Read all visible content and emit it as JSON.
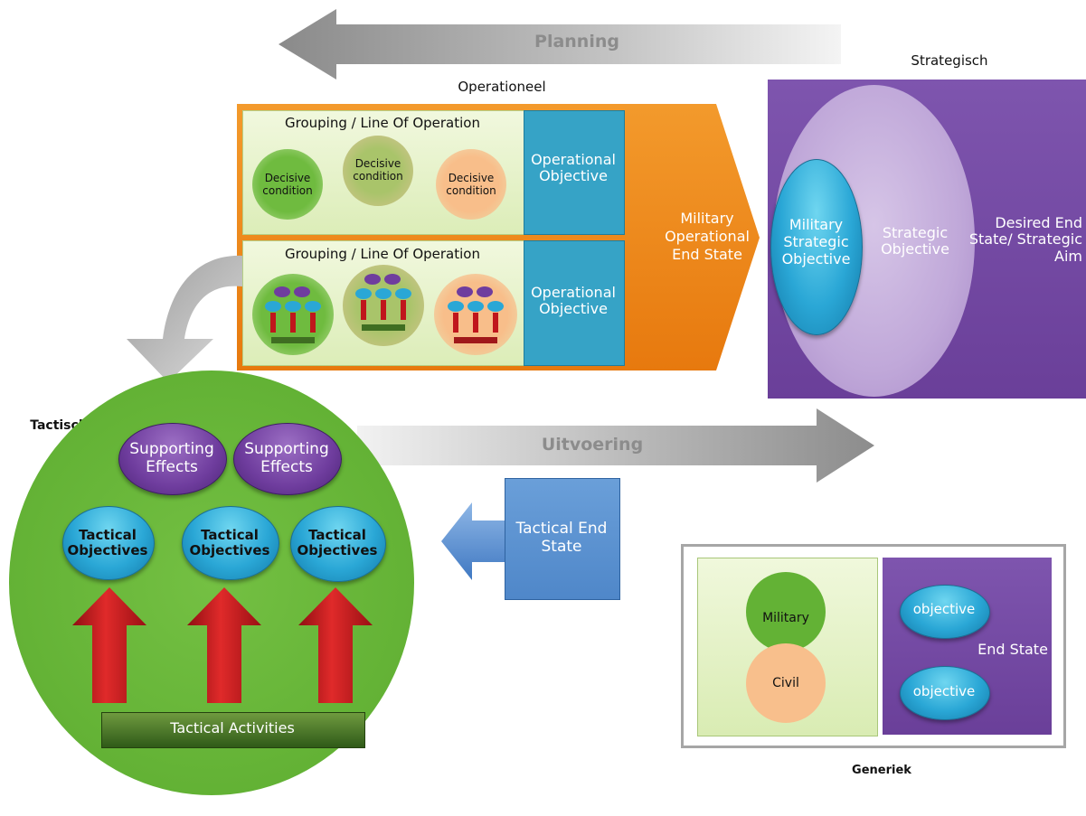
{
  "arrows": {
    "planning": "Planning",
    "uitvoering": "Uitvoering"
  },
  "headings": {
    "operationeel": "Operationeel",
    "strategisch": "Strategisch",
    "tactisch": "Tactisch",
    "generiek": "Generiek"
  },
  "operational": {
    "rows": [
      {
        "title": "Grouping / Line Of Operation",
        "conditions": [
          "Decisive condition",
          "Decisive condition",
          "Decisive condition"
        ],
        "objective": "Operational Objective"
      },
      {
        "title": "Grouping / Line Of Operation",
        "objective": "Operational Objective"
      }
    ],
    "end_state": "Military Operational End State"
  },
  "strategic": {
    "military_objective": "Military Strategic Objective",
    "strategic_objective": "Strategic Objective",
    "desired_end_state": "Desired End State/ Strategic Aim"
  },
  "tactical": {
    "supporting_effects": [
      "Supporting Effects",
      "Supporting Effects"
    ],
    "objectives": [
      "Tactical Objectives",
      "Tactical Objectives",
      "Tactical Objectives"
    ],
    "activities": "Tactical Activities",
    "end_state": "Tactical End State"
  },
  "generic": {
    "military": "Military",
    "civil": "Civil",
    "objectives": [
      "objective",
      "objective"
    ],
    "end_state": "End State"
  },
  "colors": {
    "orange": "#f08a1c",
    "purple": "#7b52a8",
    "green": "#6fba3c",
    "blue": "#5a8fcf",
    "cyan": "#2aa7d6"
  }
}
